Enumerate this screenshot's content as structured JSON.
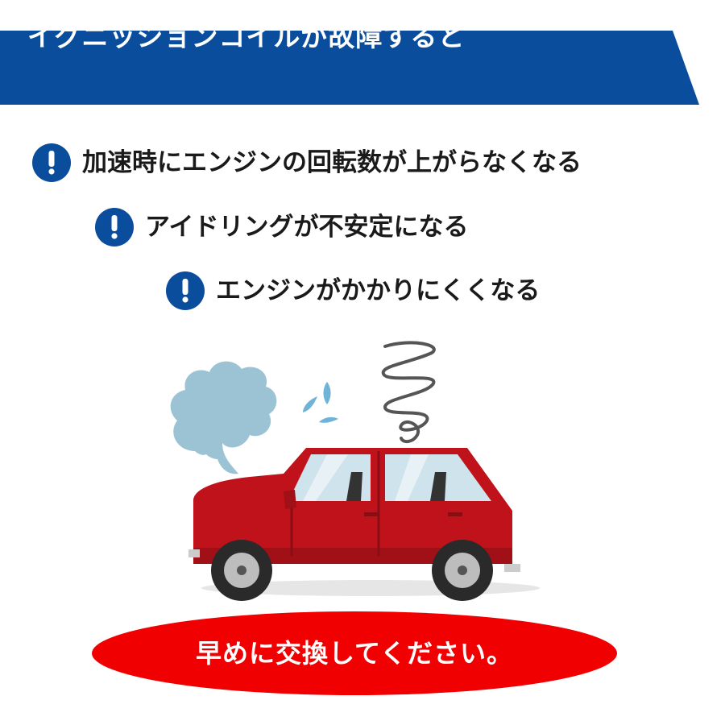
{
  "banner": {
    "title": "イグニッションコイルが故障すると"
  },
  "symptoms": [
    {
      "icon": "exclamation-icon",
      "text": "加速時にエンジンの回転数が上がらなくなる"
    },
    {
      "icon": "exclamation-icon",
      "text": "アイドリングが不安定になる"
    },
    {
      "icon": "exclamation-icon",
      "text": "エンジンがかかりにくくなる"
    }
  ],
  "illustration": {
    "subject": "broken-down-car",
    "colors": {
      "car_body": "#c0121b",
      "smoke": "#9cc3d4",
      "drops": "#6fb3d6",
      "spring": "#555555"
    }
  },
  "call_to_action": {
    "text": "早めに交換してください。"
  },
  "colors": {
    "accent": "#0a4d9c",
    "cta": "#f00000",
    "text": "#1a1a1a"
  }
}
